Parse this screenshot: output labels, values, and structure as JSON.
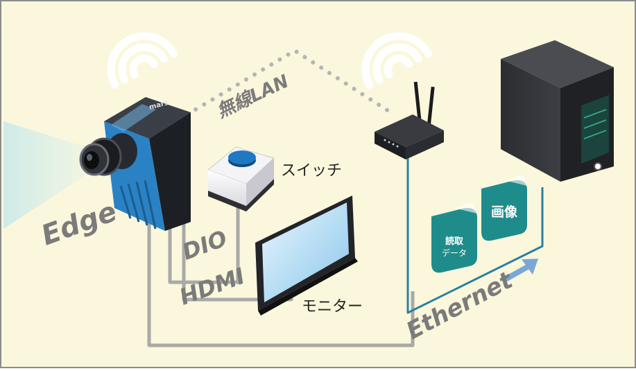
{
  "diagram": {
    "colors": {
      "background": "#fbf7dc",
      "frame": "#8c8c8c",
      "camera_blue": "#2a82c4",
      "wire_gray": "#a9a9a9",
      "wire_teal": "#2b7fa0",
      "doc_teal": "#1f8c8c",
      "arrow_blue": "#7aa7d6"
    },
    "labels": {
      "edge": "Edge",
      "wireless_lan": "無線LAN",
      "switch": "スイッチ",
      "dio": "DIO",
      "hdmi": "HDMI",
      "monitor": "モニター",
      "ethernet": "Ethernet",
      "camera_brand": "mars"
    },
    "docs": {
      "read_data_line1": "読取",
      "read_data_line2": "データ",
      "image": "画像"
    },
    "icons": {
      "wifi_camera": "wifi-icon",
      "wifi_router": "wifi-icon",
      "arrow": "arrow-right-icon"
    }
  }
}
